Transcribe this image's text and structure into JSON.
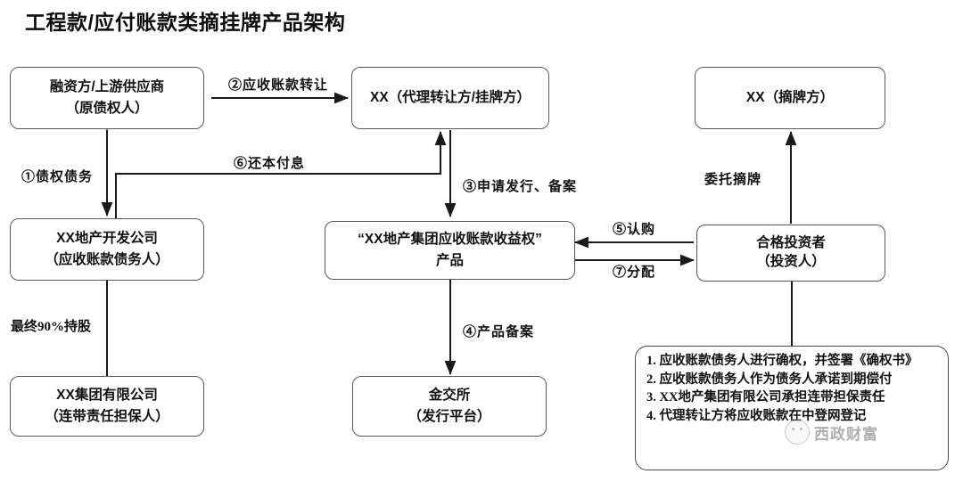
{
  "title": "工程款/应付账款类摘挂牌产品架构",
  "nodes": {
    "financier": {
      "line1": "融资方/上游供应商",
      "line2": "（原债权人）"
    },
    "agent": {
      "line1": "XX（代理转让方/挂牌方）",
      "line2": ""
    },
    "bidder": {
      "line1": "XX（摘牌方）",
      "line2": ""
    },
    "developer": {
      "line1": "XX地产开发公司",
      "line2": "（应收账款债务人）"
    },
    "product": {
      "line1": "“XX地产集团应收账款收益权”",
      "line2": "产品"
    },
    "investor": {
      "line1": "合格投资者",
      "line2": "（投资人）"
    },
    "group": {
      "line1": "XX集团有限公司",
      "line2": "（连带责任担保人）"
    },
    "exchange": {
      "line1": "金交所",
      "line2": "（发行平台）"
    }
  },
  "edges": {
    "e1": "①债权债务",
    "e2": "②应收账款转让",
    "e3": "③申请发行、备案",
    "e4": "④产品备案",
    "e5": "⑤认购",
    "e6": "⑥还本付息",
    "e7": "⑦分配",
    "holding": "最终90%持股",
    "entrust": "委托摘牌"
  },
  "note": {
    "items": [
      "1. 应收账款债务人进行确权，并签署《确权书》",
      "2. 应收账款债务人作为债务人承诺到期偿付",
      "3. XX地产集团有限公司承担连带担保责任",
      "4. 代理转让方将应收账款在中登网登记"
    ]
  },
  "watermark": {
    "text": "西政财富"
  },
  "colors": {
    "box_border": "#5a5a5a",
    "line": "#1a1a1a",
    "text": "#111111",
    "background": "#ffffff"
  }
}
